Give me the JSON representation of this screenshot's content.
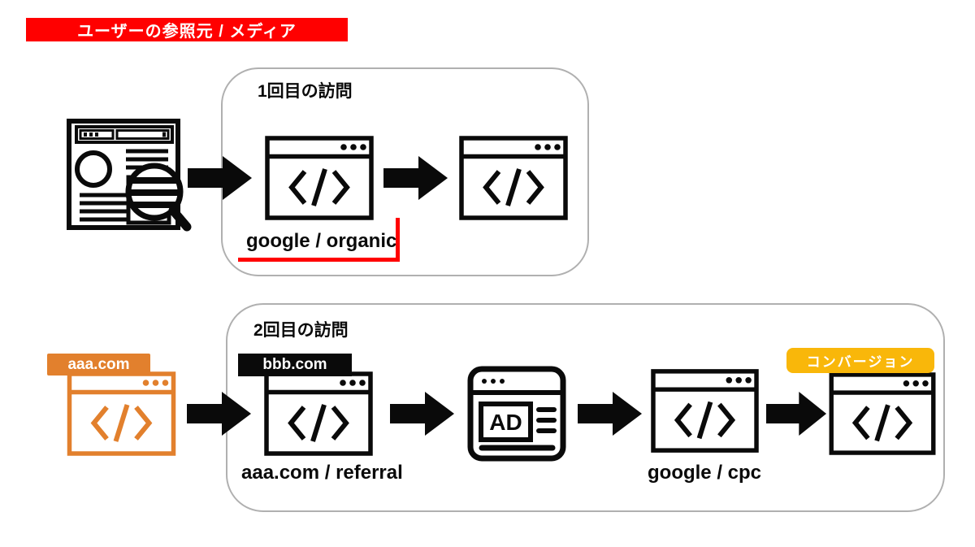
{
  "header": {
    "title": "ユーザーの参照元 / メディア"
  },
  "visit1": {
    "title": "1回目の訪問",
    "source_label": "google / organic"
  },
  "visit2": {
    "title": "2回目の訪問",
    "aaa_badge": "aaa.com",
    "bbb_badge": "bbb.com",
    "referral_label": "aaa.com / referral",
    "cpc_label": "google / cpc",
    "conversion_badge": "コンバージョン"
  },
  "icons": {
    "ad_text": "AD",
    "names": [
      "search-results-icon",
      "code-browser-window-icon",
      "ad-page-icon",
      "block-arrow-icon"
    ]
  },
  "colors": {
    "banner_red": "#ff0000",
    "highlight_red": "#ff0000",
    "aaa_orange": "#e2802d",
    "conversion_yellow": "#f9b70a",
    "container_border_gray": "#b0b0b0",
    "ink_black": "#0a0a0a"
  }
}
